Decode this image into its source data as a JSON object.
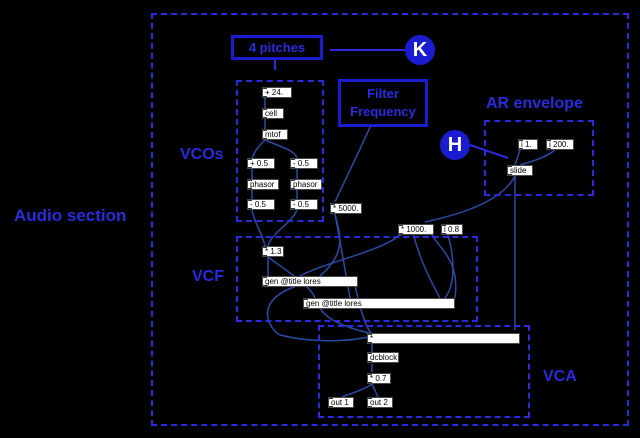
{
  "labels": {
    "audio_section": "Audio section",
    "vcos": "VCOs",
    "vcf": "VCF",
    "vca": "VCA",
    "ar_envelope": "AR envelope"
  },
  "callouts": {
    "four_pitches": "4 pitches",
    "filter_line1": "Filter",
    "filter_line2": "Frequency"
  },
  "keys": {
    "k": "K",
    "h": "H"
  },
  "objects": {
    "plus24": "+ 24.",
    "cell": "cell",
    "mtof": "mtof",
    "plus05": "+ 0.5",
    "minus05a": "- 0.5",
    "phasor1": "phasor",
    "phasor2": "phasor",
    "minus05b": "- 0.5",
    "minus05c": "- 0.5",
    "mul5000": "* 5000.",
    "mul1000": "* 1000.",
    "i08": "i 0.8",
    "i1": "i 1.",
    "i200": "i 200.",
    "slide": "slide",
    "mul13": "* 1.3",
    "gen1": "gen @title lores",
    "gen2": "gen @title lores",
    "star": "*",
    "dcblock": "dcblock",
    "mul07": "* 0.7",
    "out1": "out 1",
    "out2": "out 2"
  },
  "colors": {
    "accent": "#2a2ae0",
    "wire": "#1e3a8a",
    "background": "#000000"
  }
}
